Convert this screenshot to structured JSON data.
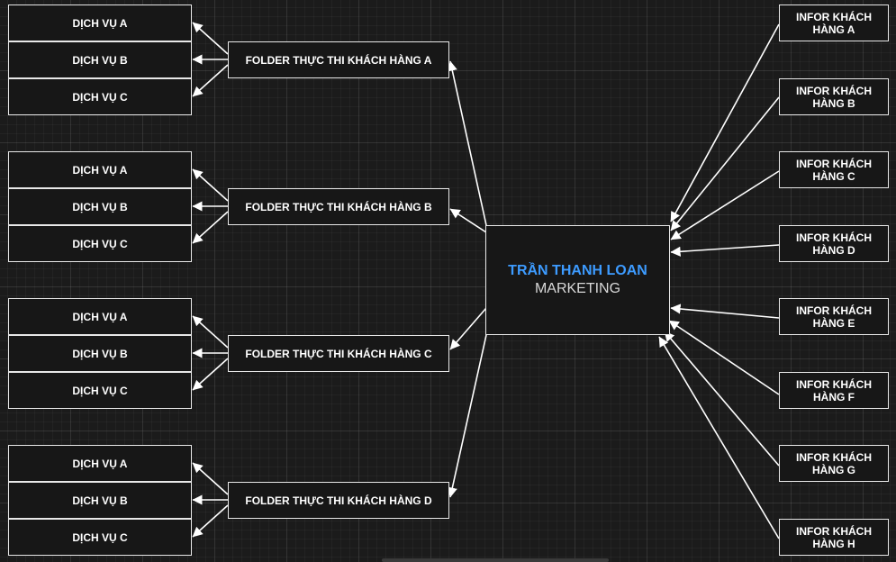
{
  "center": {
    "name": "TRẦN THANH LOAN",
    "role": "MARKETING"
  },
  "groups": [
    {
      "folder": "FOLDER THỰC THI KHÁCH HÀNG A",
      "services": [
        "DỊCH VỤ A",
        "DỊCH VỤ B",
        "DỊCH VỤ C"
      ]
    },
    {
      "folder": "FOLDER THỰC THI KHÁCH HÀNG B",
      "services": [
        "DỊCH VỤ A",
        "DỊCH VỤ B",
        "DỊCH VỤ C"
      ]
    },
    {
      "folder": "FOLDER THỰC THI KHÁCH HÀNG C",
      "services": [
        "DỊCH VỤ A",
        "DỊCH VỤ B",
        "DỊCH VỤ C"
      ]
    },
    {
      "folder": "FOLDER THỰC THI KHÁCH HÀNG D",
      "services": [
        "DỊCH VỤ A",
        "DỊCH VỤ B",
        "DỊCH VỤ C"
      ]
    }
  ],
  "infos": [
    "INFOR KHÁCH HÀNG A",
    "INFOR KHÁCH HÀNG B",
    "INFOR KHÁCH HÀNG C",
    "INFOR KHÁCH HÀNG D",
    "INFOR KHÁCH HÀNG E",
    "INFOR KHÁCH HÀNG F",
    "INFOR KHÁCH HÀNG G",
    "INFOR KHÁCH HÀNG H"
  ],
  "colors": {
    "background": "#1b1b1b",
    "stroke": "#e8e8e8",
    "accent": "#3d9bff"
  }
}
